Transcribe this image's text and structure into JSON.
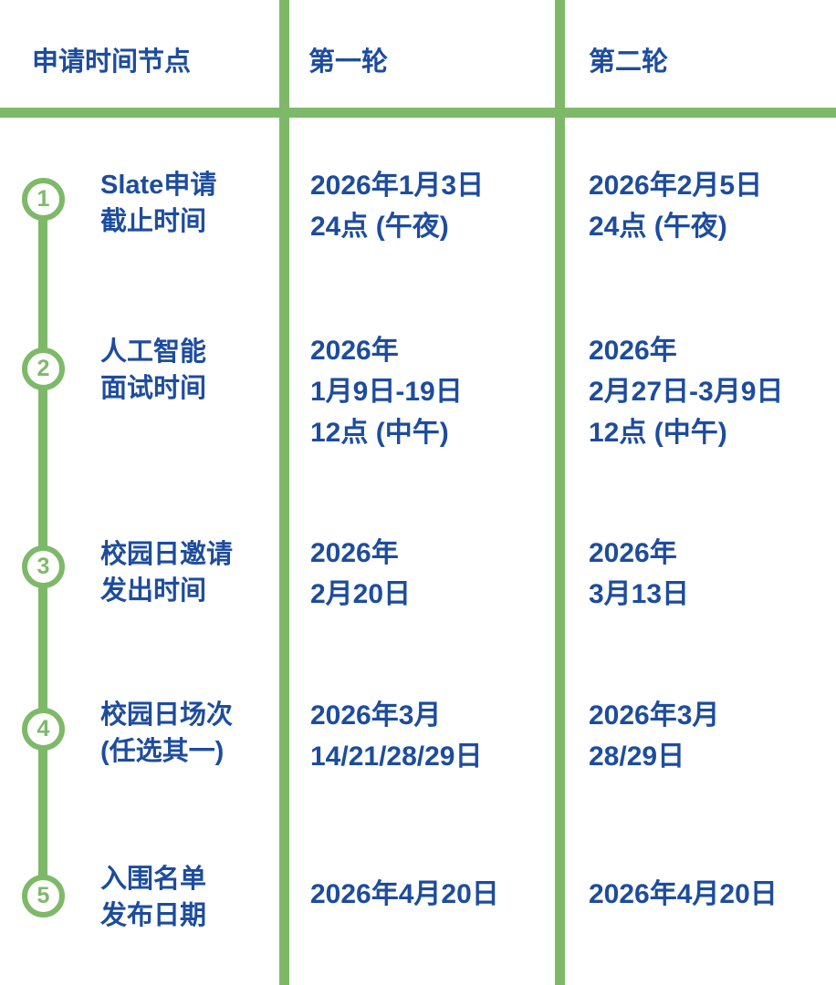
{
  "colors": {
    "accent_green": "#7eb96a",
    "text_blue": "#1d4c9f"
  },
  "header": {
    "col1": "申请时间节点",
    "col2": "第一轮",
    "col3": "第二轮"
  },
  "rows": [
    {
      "num": "1",
      "label": "Slate申请\n截止时间",
      "round1": "2026年1月3日\n24点 (午夜)",
      "round2": "2026年2月5日\n24点 (午夜)"
    },
    {
      "num": "2",
      "label": "人工智能\n面试时间",
      "round1": "2026年\n1月9日-19日\n12点 (中午)",
      "round2": "2026年\n2月27日-3月9日\n12点 (中午)"
    },
    {
      "num": "3",
      "label": "校园日邀请\n发出时间",
      "round1": "2026年\n2月20日",
      "round2": "2026年\n3月13日"
    },
    {
      "num": "4",
      "label": "校园日场次\n(任选其一)",
      "round1": "2026年3月\n14/21/28/29日",
      "round2": "2026年3月\n28/29日"
    },
    {
      "num": "5",
      "label": "入围名单\n发布日期",
      "round1": "2026年4月20日",
      "round2": "2026年4月20日"
    }
  ]
}
